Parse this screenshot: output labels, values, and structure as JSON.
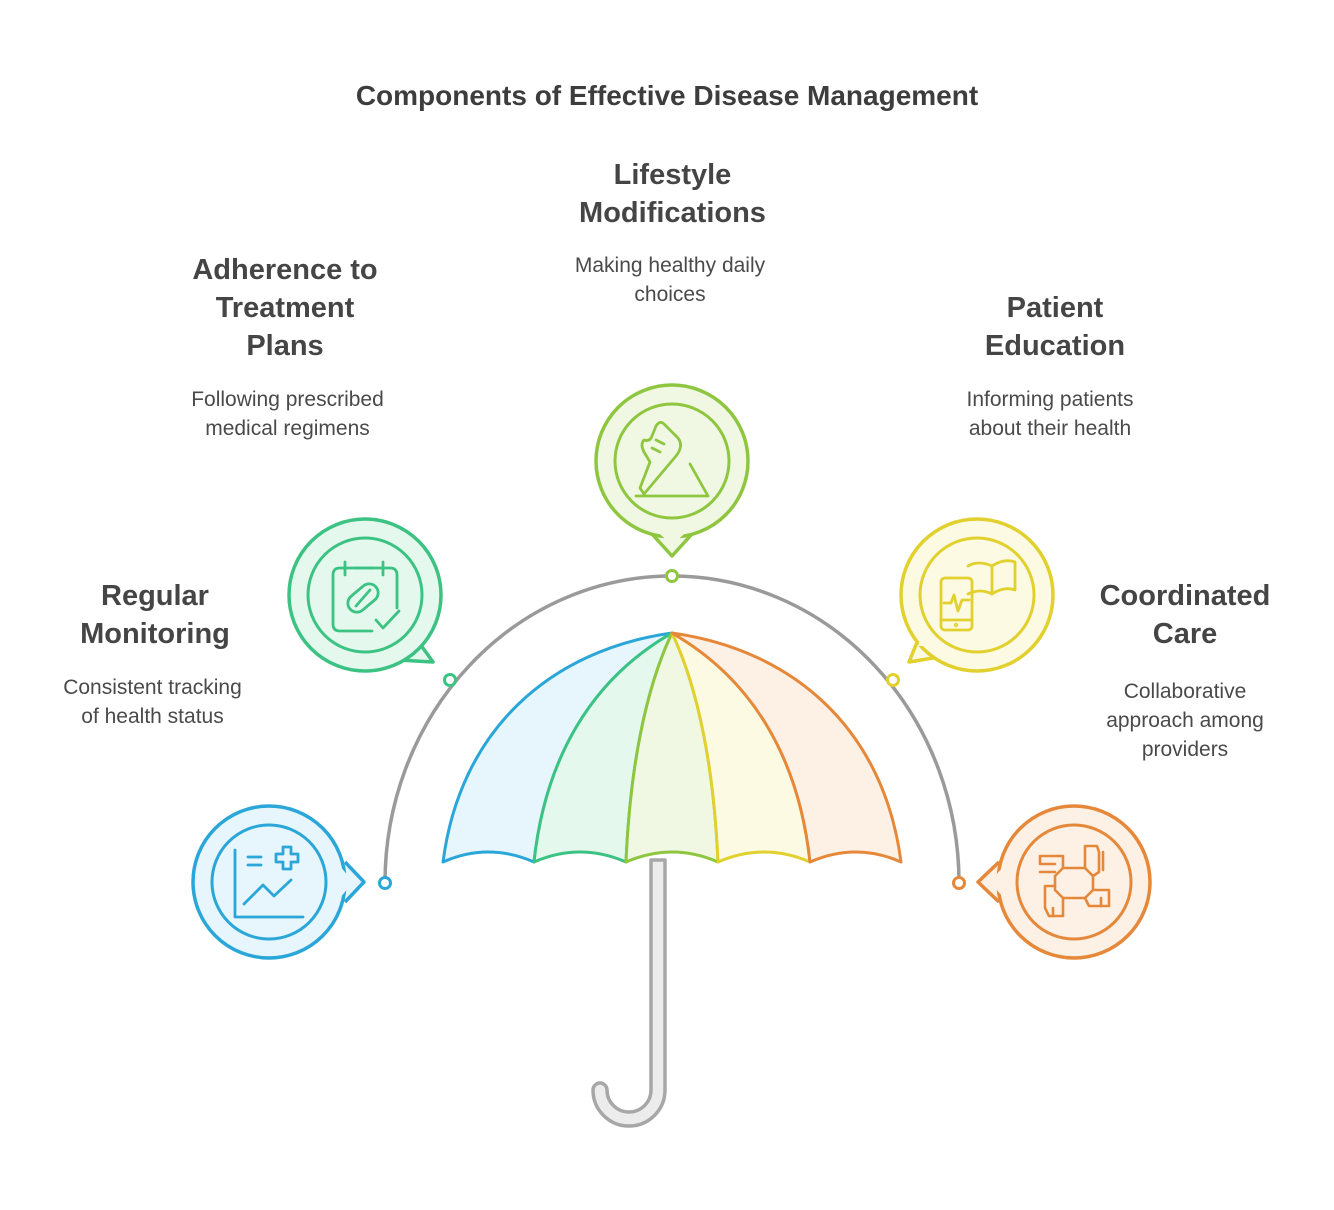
{
  "title": "Components of Effective Disease Management",
  "components": [
    {
      "heading": "Regular\nMonitoring",
      "description": "Consistent tracking\nof health status",
      "icon": "health-chart-icon",
      "color": "#2aa6d8",
      "fill": "#e6f6fc"
    },
    {
      "heading": "Adherence to\nTreatment\nPlans",
      "description": "Following prescribed\nmedical regimens",
      "icon": "pill-calendar-icon",
      "color": "#3cc383",
      "fill": "#e5f8ee"
    },
    {
      "heading": "Lifestyle\nModifications",
      "description": "Making healthy daily\nchoices",
      "icon": "running-shoe-icon",
      "color": "#8ec63f",
      "fill": "#f0f8e4"
    },
    {
      "heading": "Patient\nEducation",
      "description": "Informing patients\nabout their health",
      "icon": "phone-book-icon",
      "color": "#e2d02e",
      "fill": "#fcfae2"
    },
    {
      "heading": "Coordinated\nCare",
      "description": "Collaborative\napproach among\nproviders",
      "icon": "joined-hands-icon",
      "color": "#e5883a",
      "fill": "#fdf0e4"
    }
  ],
  "colors": {
    "arc": "#9a9a9a",
    "handle": "#a7a7a7",
    "handle_fill": "#ececec",
    "panel_blue_stroke": "#2aa6d8",
    "panel_blue_fill": "#e6f6fc",
    "panel_green_stroke": "#3cc383",
    "panel_green_fill": "#e5f8ee",
    "panel_lime_stroke": "#8ec63f",
    "panel_lime_fill": "#f0f8e4",
    "panel_yellow_stroke": "#e2d02e",
    "panel_yellow_fill": "#fcfae2",
    "panel_orange_stroke": "#e5883a",
    "panel_orange_fill": "#fdf0e4"
  }
}
